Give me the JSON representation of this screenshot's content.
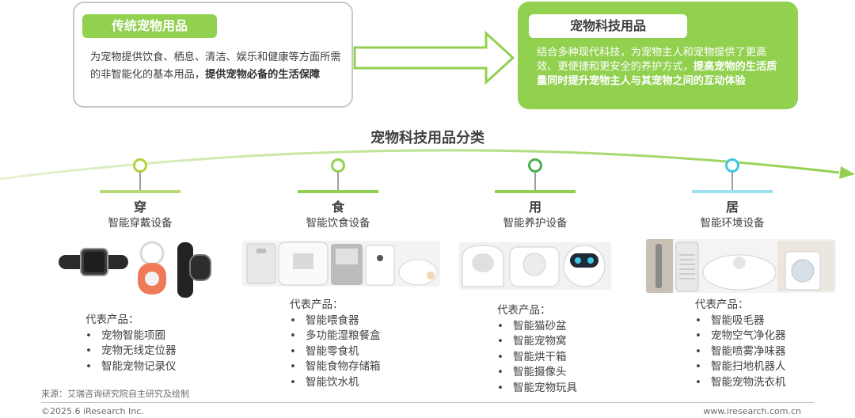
{
  "traditional": {
    "title": "传统宠物用品",
    "desc_plain": "为宠物提供饮食、栖息、清洁、娱乐和健康等方面所需的非智能化的基本用品，",
    "desc_bold": "提供宠物必备的生活保障"
  },
  "tech": {
    "title": "宠物科技用品",
    "desc_plain": "结合多种现代科技，为宠物主人和宠物提供了更高效、更便捷和更安全的养护方式，",
    "desc_bold": "提高宠物的生活质量同时提升宠物主人与其宠物之间的互动体验"
  },
  "section_title": "宠物科技用品分类",
  "colors": {
    "green": "#92d050",
    "teal": "#3fc8e4",
    "olive": "#b4d335",
    "dark_green": "#4caf50"
  },
  "categories": [
    {
      "name": "穿",
      "sub": "智能穿戴设备",
      "list_title": "代表产品：",
      "products": [
        "宠物智能项圈",
        "宠物无线定位器",
        "智能宠物记录仪"
      ],
      "dot_color": "#b4d335",
      "bar_color": "#b7d97a"
    },
    {
      "name": "食",
      "sub": "智能饮食设备",
      "list_title": "代表产品：",
      "products": [
        "智能喂食器",
        "多功能湿粮餐盒",
        "智能零食机",
        "智能食物存储箱",
        "智能饮水机"
      ],
      "dot_color": "#92d050",
      "bar_color": "#92d050"
    },
    {
      "name": "用",
      "sub": "智能养护设备",
      "list_title": "代表产品：",
      "products": [
        "智能猫砂盆",
        "智能宠物窝",
        "智能烘干箱",
        "智能摄像头",
        "智能宠物玩具"
      ],
      "dot_color": "#4caf50",
      "bar_color": "#92d050"
    },
    {
      "name": "居",
      "sub": "智能环境设备",
      "list_title": "代表产品：",
      "products": [
        "智能吸毛器",
        "宠物空气净化器",
        "智能喷雾净味器",
        "智能扫地机器人",
        "智能宠物洗衣机"
      ],
      "dot_color": "#3fc8e4",
      "bar_color": "#9fe0f0"
    }
  ],
  "source": "来源：艾瑞咨询研究院自主研究及绘制",
  "copyright": "©2025.6 iResearch Inc.",
  "site": "www.iresearch.com.cn"
}
